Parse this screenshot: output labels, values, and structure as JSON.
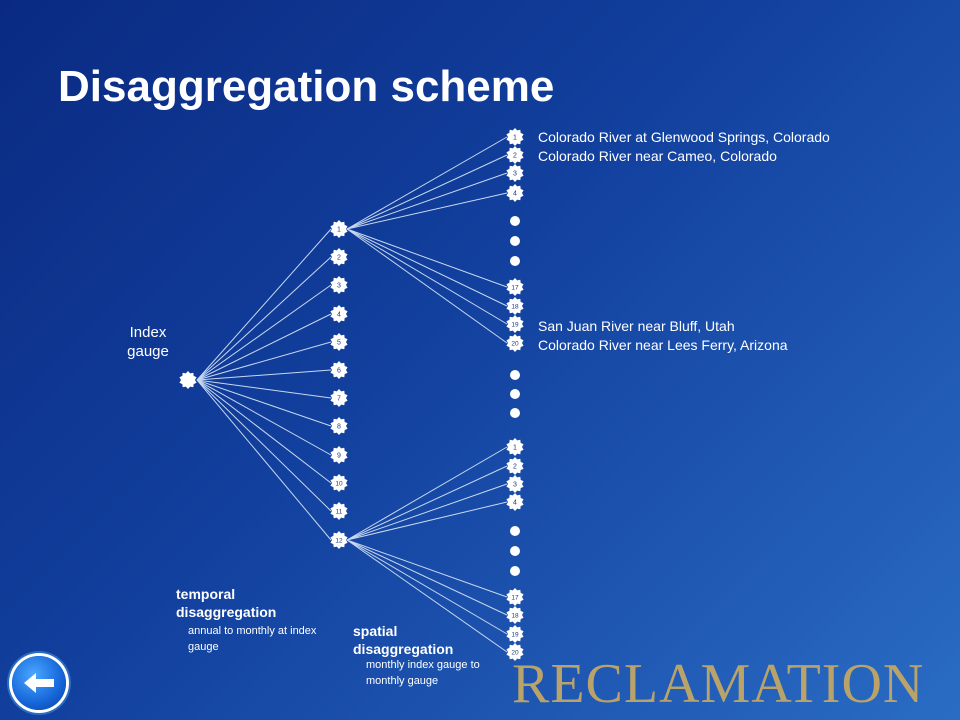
{
  "title": "Disaggregation scheme",
  "index_gauge_label": "Index gauge",
  "temporal": {
    "title": "temporal disaggregation",
    "subtitle": "annual to monthly at index gauge"
  },
  "spatial": {
    "title": "spatial disaggregation",
    "subtitle": "monthly index gauge to monthly gauge"
  },
  "month_nodes": [
    "1",
    "2",
    "3",
    "4",
    "5",
    "6",
    "7",
    "8",
    "9",
    "10",
    "11",
    "12"
  ],
  "gauge_nodes_top": [
    "1",
    "2",
    "3",
    "4",
    "17",
    "18",
    "19",
    "20"
  ],
  "gauge_nodes_bottom": [
    "1",
    "2",
    "3",
    "4",
    "17",
    "18",
    "19",
    "20"
  ],
  "gauge_labels": {
    "g1": "Colorado River at Glenwood Springs, Colorado",
    "g2": "Colorado River near Cameo, Colorado",
    "g19": "San Juan River near Bluff, Utah",
    "g20": "Colorado River near Lees Ferry, Arizona"
  },
  "logo": "RECLAMATION",
  "colors": {
    "background_start": "#0a2a82",
    "background_end": "#2a6cc4",
    "text": "#ffffff",
    "logo": "#b9a36a"
  },
  "icons": {
    "back": "back-arrow-icon"
  }
}
